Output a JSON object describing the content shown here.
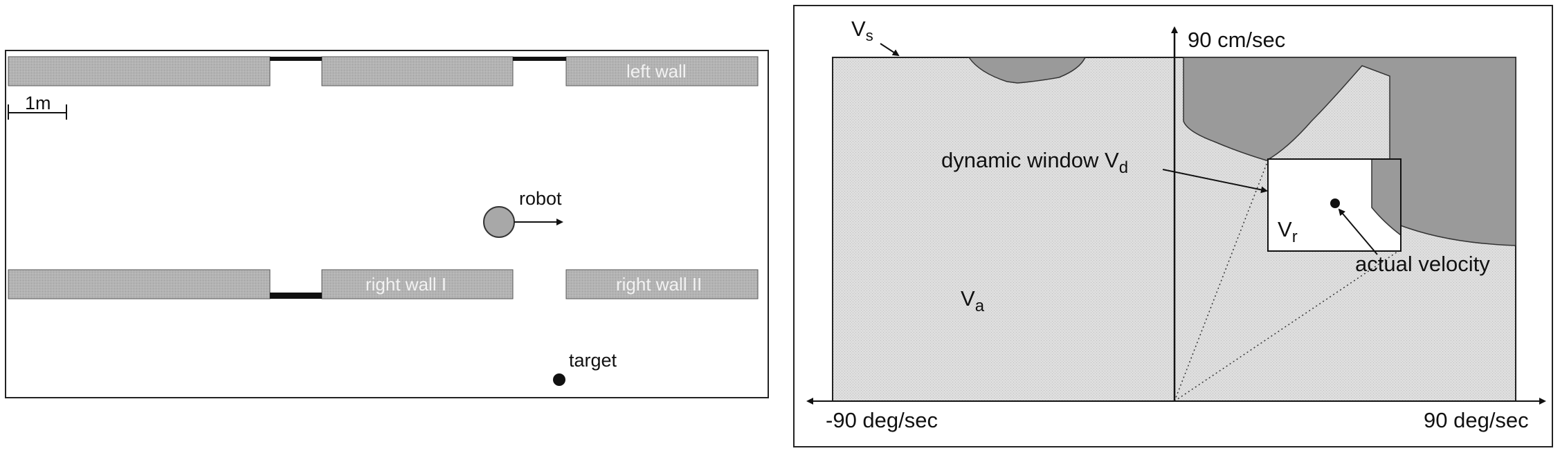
{
  "left_panel": {
    "scale_label": "1m",
    "walls": {
      "left": "left wall",
      "right_1": "right wall I",
      "right_2": "right wall II"
    },
    "robot_label": "robot",
    "target_label": "target"
  },
  "right_panel": {
    "vs_label": "V",
    "vs_sub": "s",
    "va_label": "V",
    "va_sub": "a",
    "vr_label": "V",
    "vr_sub": "r",
    "dw_label": "dynamic window V",
    "dw_sub": "d",
    "actual_velocity_label": "actual velocity",
    "y_axis_label": "90 cm/sec",
    "x_min_label": "-90 deg/sec",
    "x_max_label": "90 deg/sec"
  },
  "colors": {
    "wall_fill": "#b3b3b3",
    "admissible_fill": "#dedede",
    "obstacle_fill": "#9a9a9a",
    "window_fill": "#ffffff",
    "door_bar": "#111111"
  }
}
